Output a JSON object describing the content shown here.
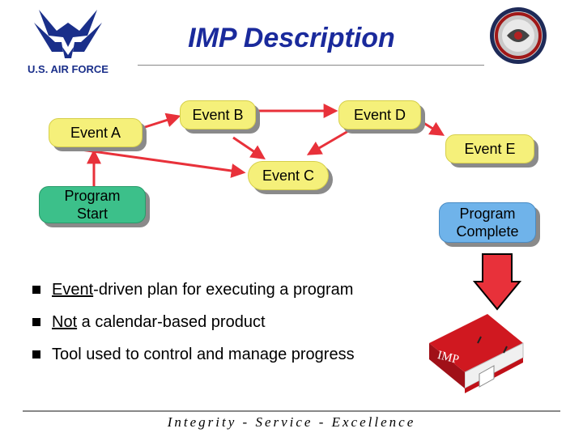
{
  "title": "IMP Description",
  "logo": {
    "icon": "us-air-force-wings-logo",
    "text": "U.S. AIR FORCE"
  },
  "seal": {
    "icon": "program-office-seal"
  },
  "diagram": {
    "nodes": {
      "event_a": "Event A",
      "event_b": "Event B",
      "event_c": "Event C",
      "event_d": "Event D",
      "event_e": "Event E",
      "program_start": "Program\nStart",
      "program_complete": "Program\nComplete"
    },
    "colors": {
      "event_fill": "#f5f07a",
      "start_fill": "#3cc08a",
      "complete_fill": "#6fb3ea",
      "arrow": "#e8313a"
    }
  },
  "bullets": [
    {
      "pre": "",
      "u": "Event",
      "post": "-driven plan for executing a program"
    },
    {
      "pre": "",
      "u": "Not",
      "post": " a calendar-based product"
    },
    {
      "pre": "",
      "u": "",
      "post": "Tool used to control and manage progress"
    }
  ],
  "binder": {
    "icon": "red-binder-icon",
    "label": "IMP"
  },
  "footer": "Integrity - Service - Excellence"
}
